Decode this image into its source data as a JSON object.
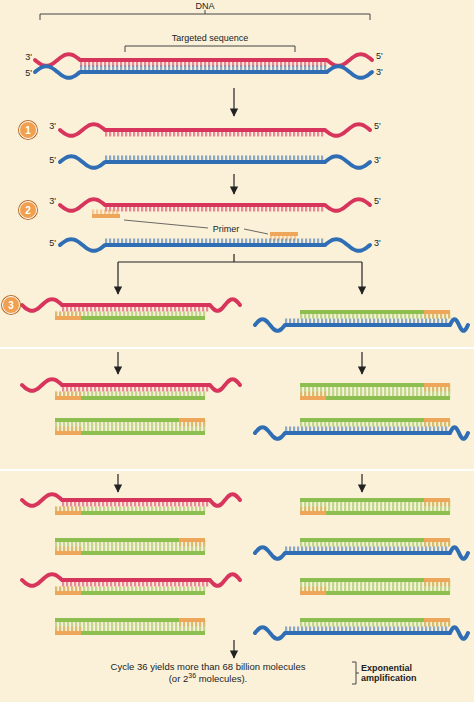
{
  "diagram": {
    "nodes": [
      {
        "text": [
          "1"
        ]
      },
      {
        "text": [
          "2"
        ]
      },
      {
        "text": [
          "3"
        ]
      }
    ],
    "labels": [
      "DNA",
      "Targeted sequence",
      "3'",
      "5'",
      "5'",
      "3'",
      "3'",
      "5'",
      "5'",
      "3'",
      "3'",
      "5'",
      "Primer",
      "5'",
      "3'",
      "Cycle 36 yields more than 68 billion molecules",
      "(or 2",
      "36",
      " molecules).",
      "Exponential amplification"
    ]
  }
}
